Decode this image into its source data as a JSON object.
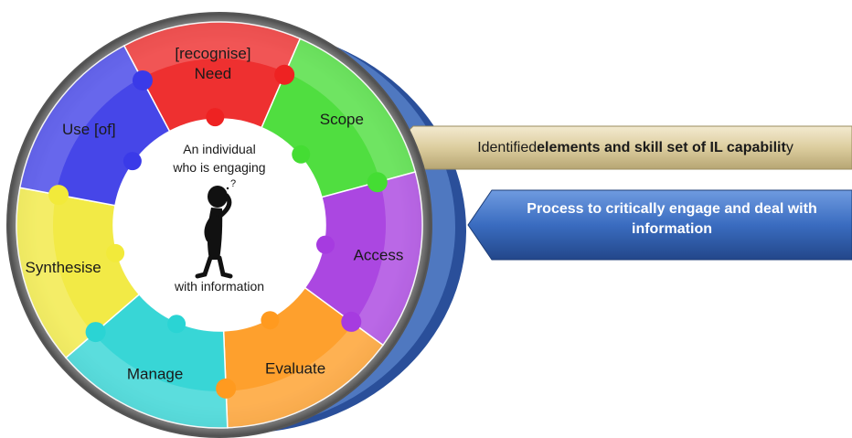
{
  "wheel": {
    "segments": [
      {
        "id": "need",
        "lines": [
          "[recognise]",
          "Need"
        ],
        "color": "#ee2222"
      },
      {
        "id": "scope",
        "lines": [
          "Scope"
        ],
        "color": "#44dd33"
      },
      {
        "id": "access",
        "lines": [
          "Access"
        ],
        "color": "#a63be0"
      },
      {
        "id": "evaluate",
        "lines": [
          "Evaluate"
        ],
        "color": "#ff9a1f"
      },
      {
        "id": "manage",
        "lines": [
          "Manage"
        ],
        "color": "#2ad4d4"
      },
      {
        "id": "synthesise",
        "lines": [
          "Synthesise"
        ],
        "color": "#f2ea3a"
      },
      {
        "id": "use",
        "lines": [
          "Use [of]"
        ],
        "color": "#3a3ae8"
      }
    ],
    "center": {
      "top_line1": "An individual",
      "top_line2": "who is engaging",
      "bottom_line": "with information",
      "thought_mark": "?"
    }
  },
  "callouts": {
    "tan": {
      "prefix": "Identified ",
      "bold": "elements and skill set of IL capabilit",
      "suffix": "y",
      "color": "#d8c99a"
    },
    "blue": {
      "text": "Process to critically engage and deal with information",
      "color": "#3b6fc0"
    }
  }
}
